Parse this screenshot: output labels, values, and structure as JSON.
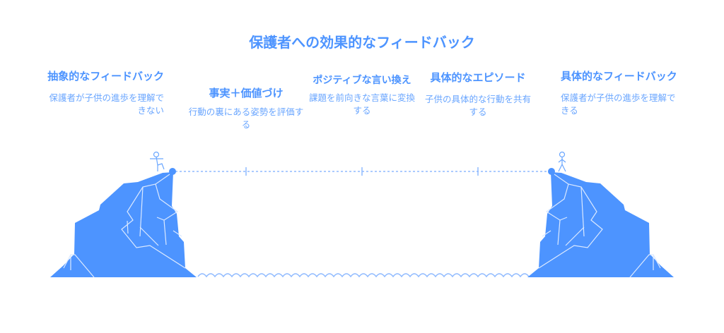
{
  "title": "保護者への効果的なフィードバック",
  "steps": [
    {
      "heading": "抽象的なフィードバック",
      "description": "保護者が子供の進歩を理解できない"
    },
    {
      "heading": "事実＋価値づけ",
      "description": "行動の裏にある姿勢を評価する"
    },
    {
      "heading": "ポジティブな言い換え",
      "description": "課題を前向きな言葉に変換する"
    },
    {
      "heading": "具体的なエピソード",
      "description": "子供の具体的な行動を共有する"
    },
    {
      "heading": "具体的なフィードバック",
      "description": "保護者が子供の進歩を理解できる"
    }
  ],
  "colors": {
    "primary": "#4d94ff",
    "light": "#8fbaff"
  }
}
